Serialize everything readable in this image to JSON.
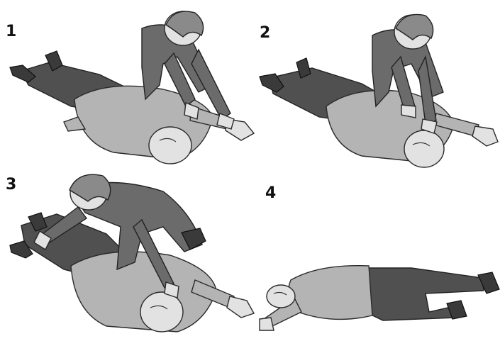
{
  "steps": [
    {
      "number": "1"
    },
    {
      "number": "2"
    },
    {
      "number": "3"
    },
    {
      "number": "4"
    }
  ],
  "colors": {
    "rescuer_shirt": "#6b6b6b",
    "patient_shirt": "#b4b4b4",
    "patient_trousers": "#505050",
    "skin": "#e2e2e2",
    "outline": "#2a2a2a"
  }
}
